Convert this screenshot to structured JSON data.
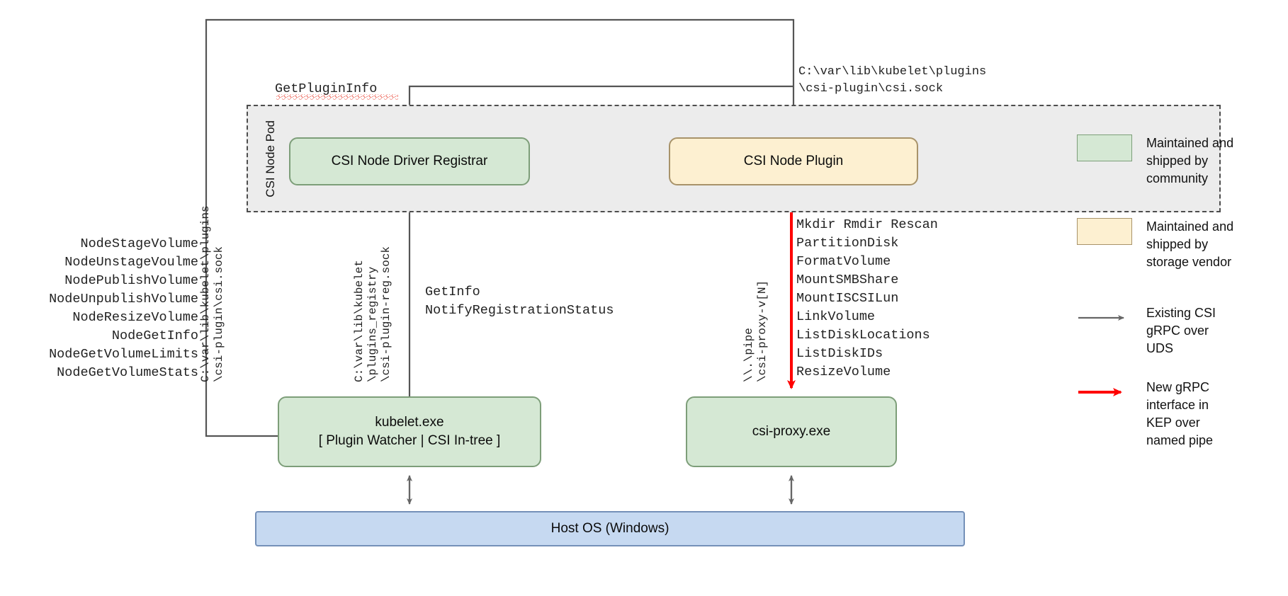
{
  "diagram": {
    "pod": {
      "label": "CSI Node Pod"
    },
    "boxes": {
      "registrar": "CSI Node Driver Registrar",
      "plugin": "CSI Node Plugin",
      "kubelet_line1": "kubelet.exe",
      "kubelet_line2": "[ Plugin Watcher | CSI In-tree ]",
      "csi_proxy": "csi-proxy.exe",
      "host_os": "Host OS (Windows)"
    },
    "labels": {
      "get_plugin_info": "GetPluginInfo",
      "node_ops": "NodeStageVolume\nNodeUnstageVoulme\nNodePublishVolume\nNodeUnpublishVolume\nNodeResizeVolume\nNodeGetInfo\nNodeGetVolumeLimits\nNodeGetVolumeStats",
      "registration_ops": "GetInfo\nNotifyRegistrationStatus",
      "proxy_ops": "Mkdir Rmdir Rescan\nPartitionDisk\nFormatVolume\nMountSMBShare\nMountISCSILun\nLinkVolume\nListDiskLocations\nListDiskIDs\nResizeVolume",
      "plugin_socket_path": "C:\\var\\lib\\kubelet\\plugins\n\\csi-plugin\\csi.sock",
      "vpath_left": "C:\\var\\lib\\kubelet\\plugins\n\\csi-plugin\\csi.sock",
      "vpath_mid": "C:\\var\\lib\\kubelet\n\\plugins_registry\n\\csi-plugin-reg.sock",
      "vpath_pipe": "\\\\.\\pipe\n\\csi-proxy-v[N]"
    },
    "legend": {
      "items": [
        {
          "kind": "swatch-green",
          "text": "Maintained and\nshipped by\ncommunity"
        },
        {
          "kind": "swatch-yellow",
          "text": "Maintained and\nshipped by\nstorage vendor"
        },
        {
          "kind": "arrow-gray",
          "text": "Existing CSI\ngRPC over\nUDS"
        },
        {
          "kind": "arrow-red",
          "text": "New gRPC\ninterface in\nKEP over\nnamed pipe"
        }
      ]
    },
    "colors": {
      "community_fill": "#d5e8d4",
      "vendor_fill": "#fdf0d1",
      "host_fill": "#c6d9f1",
      "pod_fill": "#ececec",
      "existing_arrow": "#666666",
      "new_arrow": "#ff0000",
      "squiggle": "#e8392a"
    }
  }
}
